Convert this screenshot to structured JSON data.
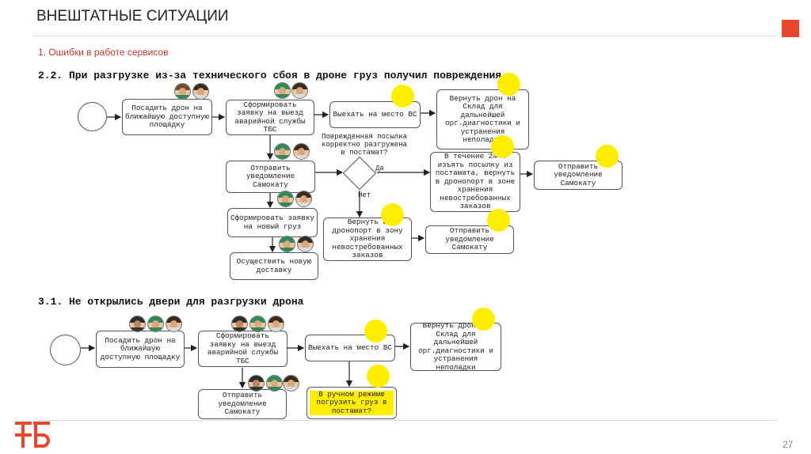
{
  "header": {
    "title": "ВНЕШТАТНЫЕ СИТУАЦИИ",
    "subtitle": "1. Ошибки в работе сервисов",
    "accent_color": "#e8472e"
  },
  "section_a": {
    "title": "2.2. При разгрузке из-за технического сбоя в дроне груз получил повреждения",
    "boxes": {
      "land": "Посадить дрон на ближайшую доступную площадку",
      "request": "Сформировать заявку на выезд аварийной службы ТБС",
      "go": "Выехать на место ВС",
      "return": "Вернуть дрон на Склад для дальнейшей орг.диагностики и устранения неполадки",
      "notify1": "Отправить уведомление Самокату",
      "extract": "В течение 24 ч изъять посылку из постамата, вернуть в дронопорт в зоне хранения невостребованных заказов",
      "notify2": "Отправить уведомление Самокату",
      "new_request": "Сформировать заявку на новый груз",
      "return_storage": "Вернуть в дронопорт в зону хранения невостребованных заказов",
      "notify3": "Отправить уведомление Самокату",
      "new_delivery": "Осуществить новую доставку"
    },
    "decision": "Поврежденная посылка корректно разгружена в постамат?",
    "yes": "Да",
    "no": "Нет"
  },
  "section_b": {
    "title": "3.1. Не открылись двери для разгрузки дрона",
    "boxes": {
      "land": "Посадить дрон на ближайшую доступную площадку",
      "request": "Сформировать заявку на выезд аварийной службы ТБС",
      "go": "Выехать на место ВС",
      "return": "Вернуть дрон на Склад для дальнейшей орг.диагностики и устранения неполадки",
      "notify": "Отправить уведомление Самокату",
      "manual": "В ручном режиме погрузить груз в постамат?"
    }
  },
  "footer": {
    "page_number": "27"
  },
  "icons": [
    "start-event-circle",
    "person-avatar-icon",
    "highlight-marker",
    "company-logo"
  ]
}
